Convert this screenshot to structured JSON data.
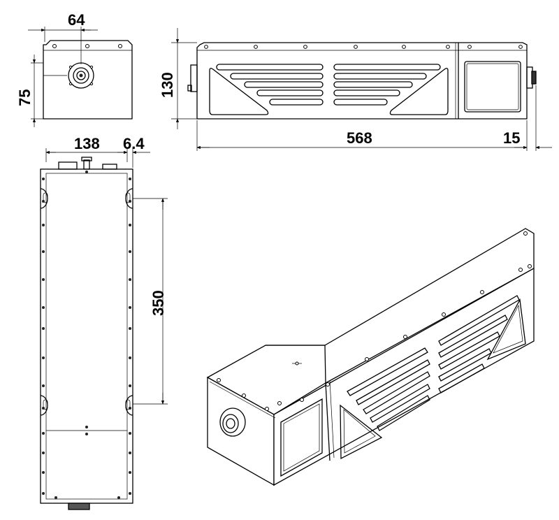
{
  "dimensions": {
    "end_width": "64",
    "end_height": "75",
    "side_height": "130",
    "length": "568",
    "connector_offset": "15",
    "top_width": "138",
    "top_offset": "6.4",
    "hole_spacing": "350"
  }
}
